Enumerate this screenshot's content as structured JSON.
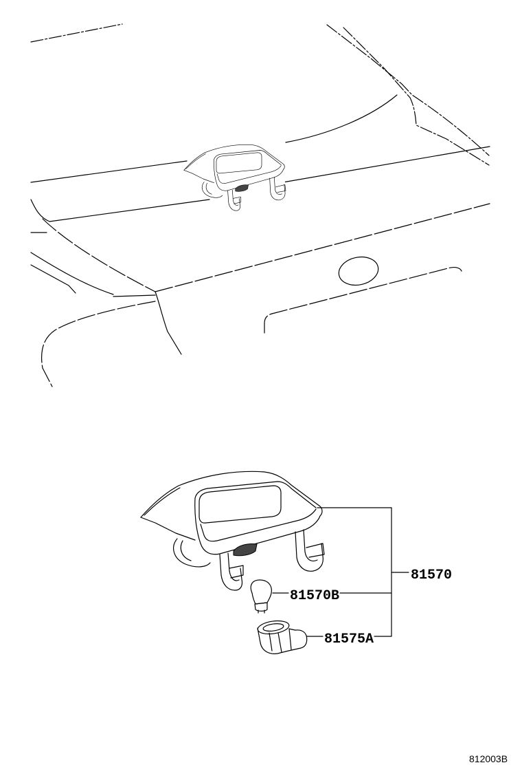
{
  "labels": {
    "part_81570": "81570",
    "part_81570b": "81570B",
    "part_81575a": "81575A",
    "figure_code": "812003B"
  }
}
